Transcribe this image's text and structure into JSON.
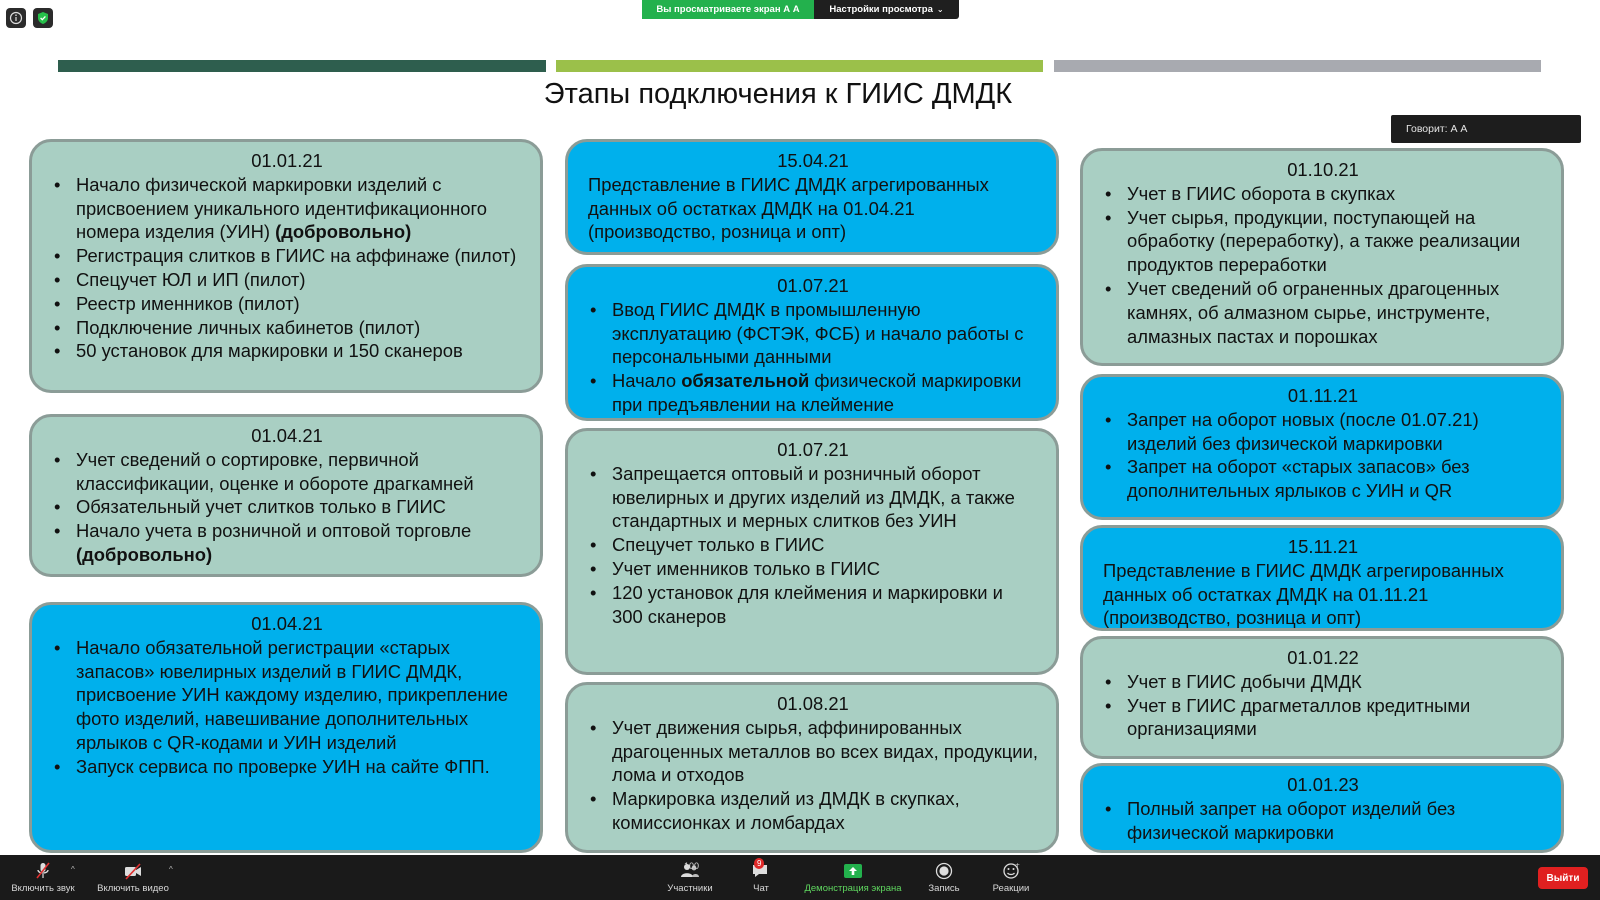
{
  "share_bar": {
    "label": "Вы просматриваете экран А А",
    "settings_label": "Настройки просмотра"
  },
  "speaker_label": "Говорит: А А",
  "slide": {
    "title": "Этапы подключения к ГИИС ДМДК",
    "cards": {
      "c1": {
        "date": "01.01.21",
        "i1_pre": "Начало физической маркировки изделий с присвоением уникального идентификационного номера изделия (УИН) ",
        "i1_bold": "(добровольно)",
        "i2": "Регистрация слитков в ГИИС  на аффинаже (пилот)",
        "i3": "Спецучет ЮЛ и ИП (пилот)",
        "i4": "Реестр именников (пилот)",
        "i5": "Подключение личных кабинетов (пилот)",
        "i6": "50 установок для маркировки и 150 сканеров"
      },
      "c2": {
        "date": "01.04.21",
        "i1": "Учет сведений о сортировке, первичной классификации, оценке и обороте драгкамней",
        "i2": "Обязательный учет слитков только в ГИИС",
        "i3_pre": "Начало учета в розничной и оптовой торговле ",
        "i3_bold": "(добровольно)"
      },
      "c3": {
        "date": "01.04.21",
        "i1": "Начало обязательной регистрации «старых запасов»  ювелирных изделий в ГИИС ДМДК, присвоение УИН каждому изделию, прикрепление фото изделий, навешивание дополнительных ярлыков с QR-кодами и УИН изделий",
        "i2": "Запуск сервиса по проверке УИН на сайте ФПП."
      },
      "c4": {
        "date": "15.04.21",
        "text": "Представление в ГИИС ДМДК агрегированных данных об остатках ДМДК на 01.04.21 (производство, розница и опт)"
      },
      "c5": {
        "date": "01.07.21",
        "i1": "Ввод ГИИС ДМДК в промышленную эксплуатацию (ФСТЭК, ФСБ) и начало работы с персональными данными",
        "i2_pre": "Начало ",
        "i2_bold": "обязательной",
        "i2_post": " физической маркировки при предъявлении на клеймение"
      },
      "c6": {
        "date": "01.07.21",
        "i1": "Запрещается оптовый и розничный оборот ювелирных и других изделий из ДМДК, а также стандартных и мерных слитков без УИН",
        "i2": "Спецучет только в ГИИС",
        "i3": "Учет именников только в ГИИС",
        "i4": "120 установок для клеймения и маркировки и 300 сканеров"
      },
      "c7": {
        "date": "01.08.21",
        "i1": "Учет движения сырья, аффинированных драгоценных металлов во всех видах, продукции, лома и отходов",
        "i2": "Маркировка изделий из ДМДК в скупках, комиссионках и ломбардах"
      },
      "c8": {
        "date": "01.10.21",
        "i1": "Учет в ГИИС оборота в скупках",
        "i2": "Учет сырья, продукции, поступающей на обработку (переработку), а также реализации продуктов переработки",
        "i3": "Учет сведений об ограненных драгоценных камнях, об алмазном сырье, инструменте, алмазных пастах и порошках"
      },
      "c9": {
        "date": "01.11.21",
        "i1": "Запрет на оборот новых (после 01.07.21) изделий без физической маркировки",
        "i2": "Запрет на оборот «старых запасов» без дополнительных ярлыков с УИН и QR"
      },
      "c10": {
        "date": "15.11.21",
        "text": "Представление в ГИИС ДМДК агрегированных данных об остатках ДМДК на 01.11.21 (производство, розница и опт)"
      },
      "c11": {
        "date": "01.01.22",
        "i1": "Учет в ГИИС добычи ДМДК",
        "i2": "Учет в ГИИС драгметаллов кредитными организациями"
      },
      "c12": {
        "date": "01.01.23",
        "i1": "Полный запрет на оборот изделий без физической маркировки"
      }
    }
  },
  "toolbar": {
    "mute_label": "Включить звук",
    "video_label": "Включить видео",
    "participants_label": "Участники",
    "participants_count": "100",
    "chat_label": "Чат",
    "chat_badge": "9",
    "share_label": "Демонстрация экрана",
    "record_label": "Запись",
    "reactions_label": "Реакции",
    "leave_label": "Выйти"
  },
  "colors": {
    "card_teal": "#a9cfc3",
    "card_blue": "#00b0ec",
    "bar_dark": "#2e5e4e",
    "bar_green": "#9bc04a",
    "bar_gray": "#a8aab0",
    "share_green": "#23b14d",
    "leave_red": "#e02020"
  }
}
